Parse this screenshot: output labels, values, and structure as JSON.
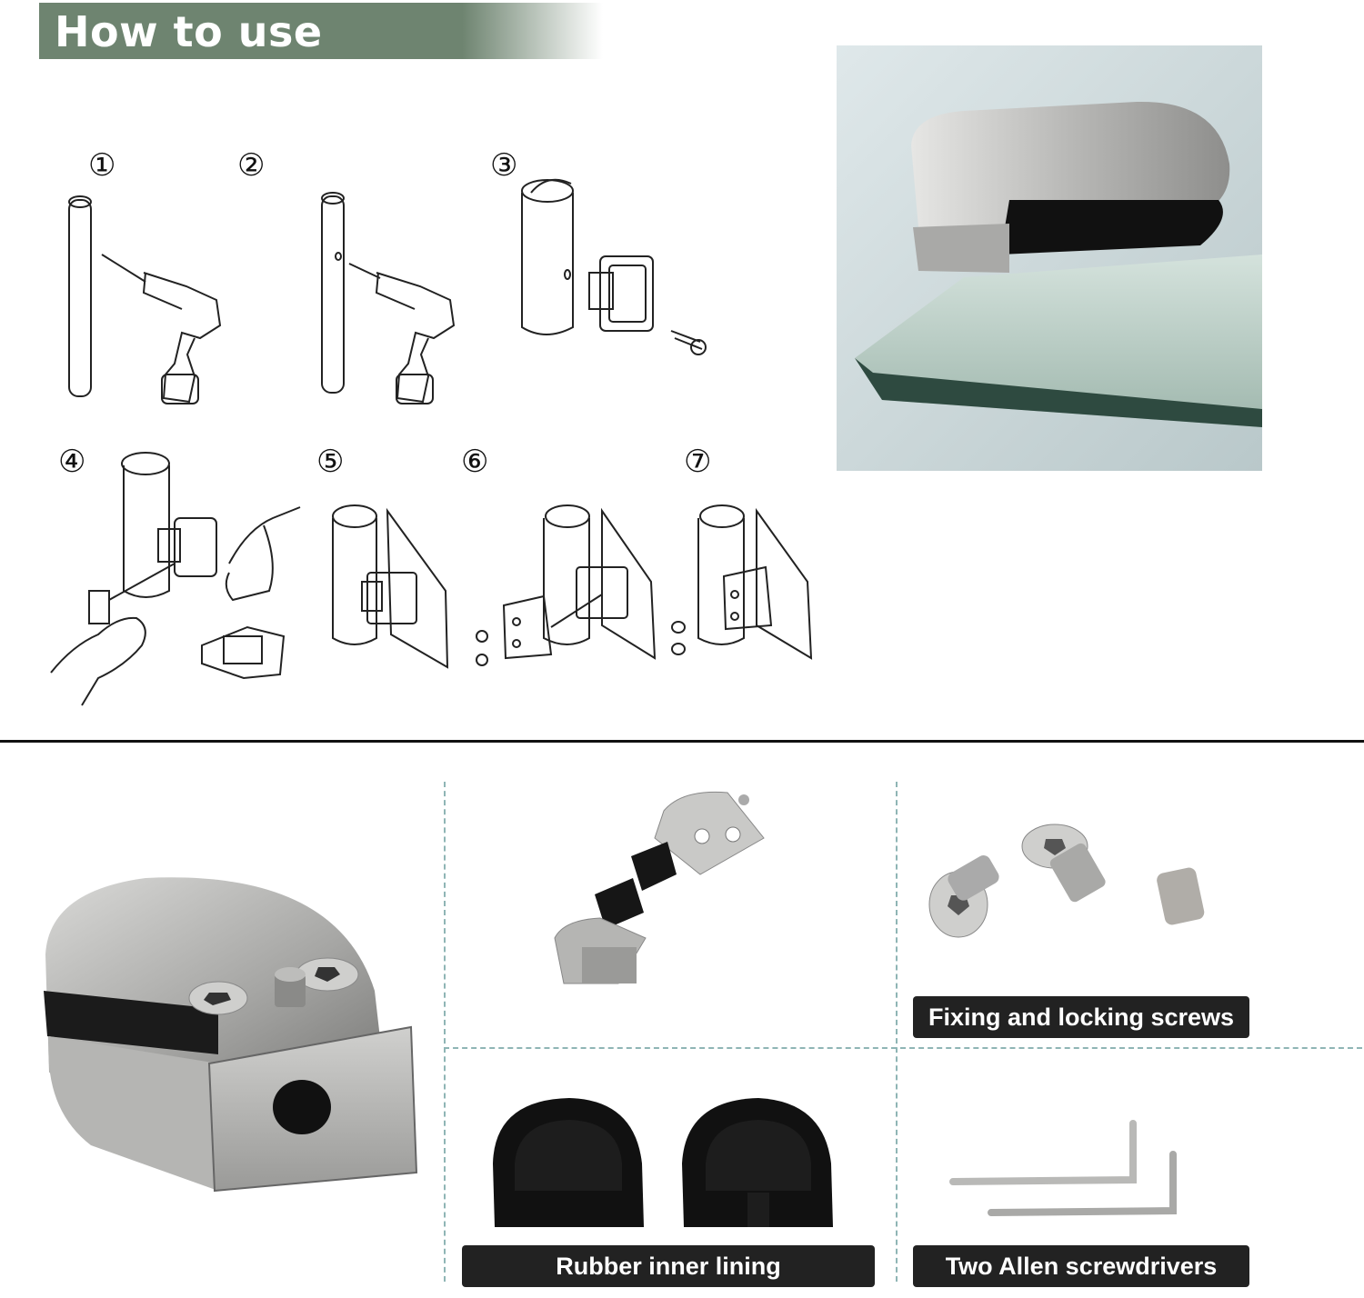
{
  "header": {
    "title": "How to use"
  },
  "steps": [
    "①",
    "②",
    "③",
    "④",
    "⑤",
    "⑥",
    "⑦"
  ],
  "captions": {
    "screws": "Fixing and locking screws",
    "rubber": "Rubber inner lining",
    "wrenches": "Two Allen screwdrivers"
  }
}
